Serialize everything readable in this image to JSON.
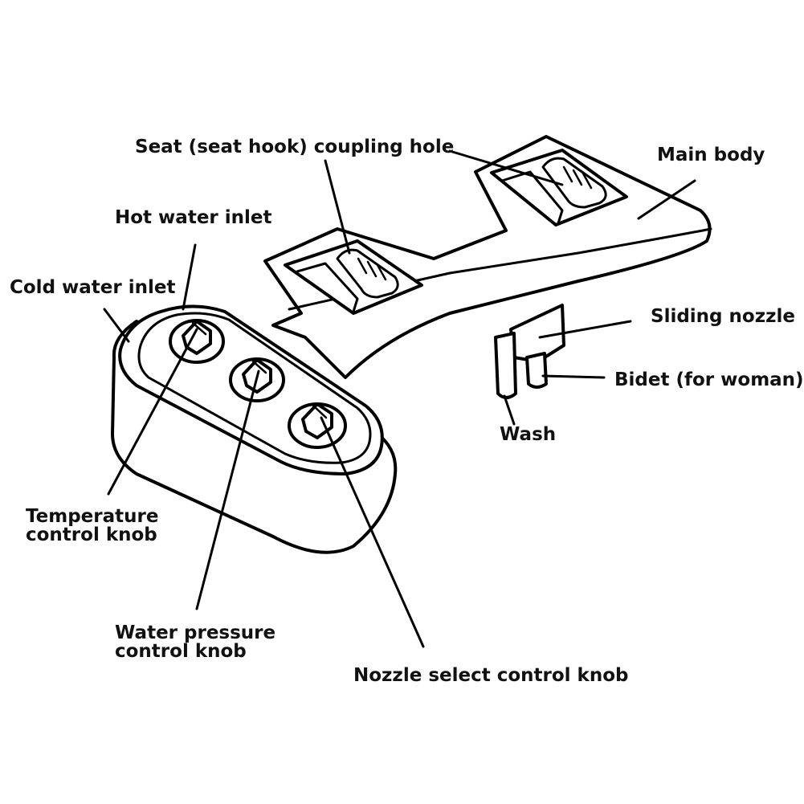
{
  "colors": {
    "background": "#ffffff",
    "ink": "#000000"
  },
  "labels": {
    "seat_hook_hole": "Seat (seat hook) coupling hole",
    "main_body": "Main body",
    "hot_water_inlet": "Hot water inlet",
    "cold_water_inlet": "Cold water inlet",
    "sliding_nozzle": "Sliding nozzle",
    "bidet": "Bidet (for woman)",
    "wash": "Wash",
    "temperature_knob_1": "Temperature",
    "temperature_knob_2": "control knob",
    "pressure_knob_1": "Water pressure",
    "pressure_knob_2": "control knob",
    "nozzle_select_knob": "Nozzle select control knob"
  }
}
